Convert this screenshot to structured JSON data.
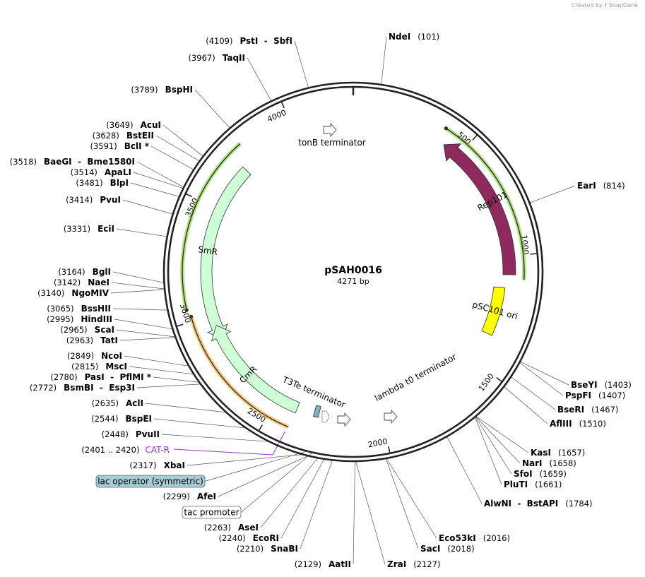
{
  "credit": {
    "prefix": "Created by",
    "brand": "SnapGene"
  },
  "plasmid": {
    "name": "pSAH0016",
    "length_label": "4271 bp",
    "length": 4271
  },
  "colors": {
    "backbone": "#222222",
    "rep101": "#8e2a5e",
    "psc101_ori": "#ffff00",
    "smr": "#cfffd6",
    "cmr": "#cfffd6",
    "primer_green": "#7ec63b",
    "primer_orange": "#ff9a2e",
    "cat_r": "#9b30c9",
    "lac_operator": "#7fb2bd",
    "lac_operator_bg": "#a8ccd6",
    "tac_promoter_bg": "#ffffff",
    "leader": "#555555"
  },
  "ticks": [
    {
      "pos": 500,
      "label": "500"
    },
    {
      "pos": 1000,
      "label": "1000"
    },
    {
      "pos": 1500,
      "label": "1500"
    },
    {
      "pos": 2000,
      "label": "2000"
    },
    {
      "pos": 2500,
      "label": "2500"
    },
    {
      "pos": 3000,
      "label": "3000"
    },
    {
      "pos": 3500,
      "label": "3500"
    },
    {
      "pos": 4000,
      "label": "4000"
    }
  ],
  "features": [
    {
      "name": "Rep101",
      "label": "Rep101",
      "start": 420,
      "end": 1080,
      "dir": -1,
      "kind": "arrow",
      "color": "rep101"
    },
    {
      "name": "pSC101 ori",
      "label": "pSC101 ori",
      "start": 1140,
      "end": 1360,
      "dir": 0,
      "kind": "box",
      "color": "psc101_ori"
    },
    {
      "name": "SmR",
      "label": "SmR",
      "start": 2880,
      "end": 3720,
      "dir": -1,
      "kind": "arrow",
      "color": "smr"
    },
    {
      "name": "CmR",
      "label": "CmR",
      "start": 2400,
      "end": 2950,
      "dir": 1,
      "kind": "arrow",
      "color": "cmr"
    },
    {
      "name": "lac operator",
      "label": "",
      "start": 2296,
      "end": 2319,
      "dir": 0,
      "kind": "box",
      "color": "lac_operator"
    }
  ],
  "primers": [
    {
      "name": "primer-green-right",
      "start": 390,
      "end": 1100,
      "dir": -1,
      "color": "primer_green"
    },
    {
      "name": "primer-green-left",
      "start": 3050,
      "end": 3780,
      "dir": -1,
      "color": "primer_green"
    },
    {
      "name": "primer-orange",
      "start": 2405,
      "end": 3020,
      "dir": 1,
      "color": "primer_orange"
    }
  ],
  "terminators": [
    {
      "name": "tonB terminator",
      "label": "tonB terminator",
      "pos": 4220
    },
    {
      "name": "lambda t0 terminator",
      "label": "lambda t0 terminator",
      "pos": 1975
    },
    {
      "name": "T3Te terminator",
      "label": "T3Te terminator",
      "pos": 2330
    }
  ],
  "sites": [
    {
      "name": "NdeI",
      "pos_label": "(101)",
      "pos": 101
    },
    {
      "name": "EarI",
      "pos_label": "(814)",
      "pos": 814
    },
    {
      "name": "BseYI",
      "pos_label": "(1403)",
      "pos": 1403
    },
    {
      "name": "PspFI",
      "pos_label": "(1407)",
      "pos": 1407
    },
    {
      "name": "BseRI",
      "pos_label": "(1467)",
      "pos": 1467
    },
    {
      "name": "AflIII",
      "pos_label": "(1510)",
      "pos": 1510
    },
    {
      "name": "KasI",
      "pos_label": "(1657)",
      "pos": 1657
    },
    {
      "name": "NarI",
      "pos_label": "(1658)",
      "pos": 1658
    },
    {
      "name": "SfoI",
      "pos_label": "(1659)",
      "pos": 1659
    },
    {
      "name": "PluTI",
      "pos_label": "(1661)",
      "pos": 1661
    },
    {
      "name": "AlwNI  -  BstAPI",
      "pos_label": "(1784)",
      "pos": 1784
    },
    {
      "name": "Eco53kI",
      "pos_label": "(2016)",
      "pos": 2016
    },
    {
      "name": "SacI",
      "pos_label": "(2018)",
      "pos": 2018
    },
    {
      "name": "ZraI",
      "pos_label": "(2127)",
      "pos": 2127
    },
    {
      "name": "AatII",
      "pos_label": "(2129)",
      "pos": 2129
    },
    {
      "name": "SnaBI",
      "pos_label": "(2210)",
      "pos": 2210
    },
    {
      "name": "EcoRI",
      "pos_label": "(2240)",
      "pos": 2240
    },
    {
      "name": "AseI",
      "pos_label": "(2263)",
      "pos": 2263
    },
    {
      "name": "AfeI",
      "pos_label": "(2299)",
      "pos": 2299
    },
    {
      "name": "XbaI",
      "pos_label": "(2317)",
      "pos": 2317
    },
    {
      "name": "PvuII",
      "pos_label": "(2448)",
      "pos": 2448
    },
    {
      "name": "BspEI",
      "pos_label": "(2544)",
      "pos": 2544
    },
    {
      "name": "AclI",
      "pos_label": "(2635)",
      "pos": 2635
    },
    {
      "name": "BsmBI  -  Esp3I",
      "pos_label": "(2772)",
      "pos": 2772
    },
    {
      "name": "PasI  -  PflMI *",
      "pos_label": "(2780)",
      "pos": 2780
    },
    {
      "name": "MscI",
      "pos_label": "(2815)",
      "pos": 2815
    },
    {
      "name": "NcoI",
      "pos_label": "(2849)",
      "pos": 2849
    },
    {
      "name": "TatI",
      "pos_label": "(2963)",
      "pos": 2963
    },
    {
      "name": "ScaI",
      "pos_label": "(2965)",
      "pos": 2965
    },
    {
      "name": "HindIII",
      "pos_label": "(2995)",
      "pos": 2995
    },
    {
      "name": "BssHII",
      "pos_label": "(3065)",
      "pos": 3065
    },
    {
      "name": "NgoMIV",
      "pos_label": "(3140)",
      "pos": 3140
    },
    {
      "name": "NaeI",
      "pos_label": "(3142)",
      "pos": 3142
    },
    {
      "name": "BglI",
      "pos_label": "(3164)",
      "pos": 3164
    },
    {
      "name": "EciI",
      "pos_label": "(3331)",
      "pos": 3331
    },
    {
      "name": "PvuI",
      "pos_label": "(3414)",
      "pos": 3414
    },
    {
      "name": "BlpI",
      "pos_label": "(3481)",
      "pos": 3481
    },
    {
      "name": "ApaLI",
      "pos_label": "(3514)",
      "pos": 3514
    },
    {
      "name": "BaeGI  -  Bme1580I",
      "pos_label": "(3518)",
      "pos": 3518
    },
    {
      "name": "BclI *",
      "pos_label": "(3591)",
      "pos": 3591
    },
    {
      "name": "BstEII",
      "pos_label": "(3628)",
      "pos": 3628
    },
    {
      "name": "AcuI",
      "pos_label": "(3649)",
      "pos": 3649
    },
    {
      "name": "BspHI",
      "pos_label": "(3789)",
      "pos": 3789
    },
    {
      "name": "TaqII",
      "pos_label": "(3967)",
      "pos": 3967
    },
    {
      "name": "PstI  -  SbfI",
      "pos_label": "(4109)",
      "pos": 4109
    }
  ],
  "primer_site": {
    "name": "CAT-R",
    "range_label": "(2401 .. 2420)",
    "label": "CAT-R"
  },
  "boxed_labels": {
    "lac_operator": "lac operator (symmetric)",
    "tac_promoter": "tac promoter"
  }
}
